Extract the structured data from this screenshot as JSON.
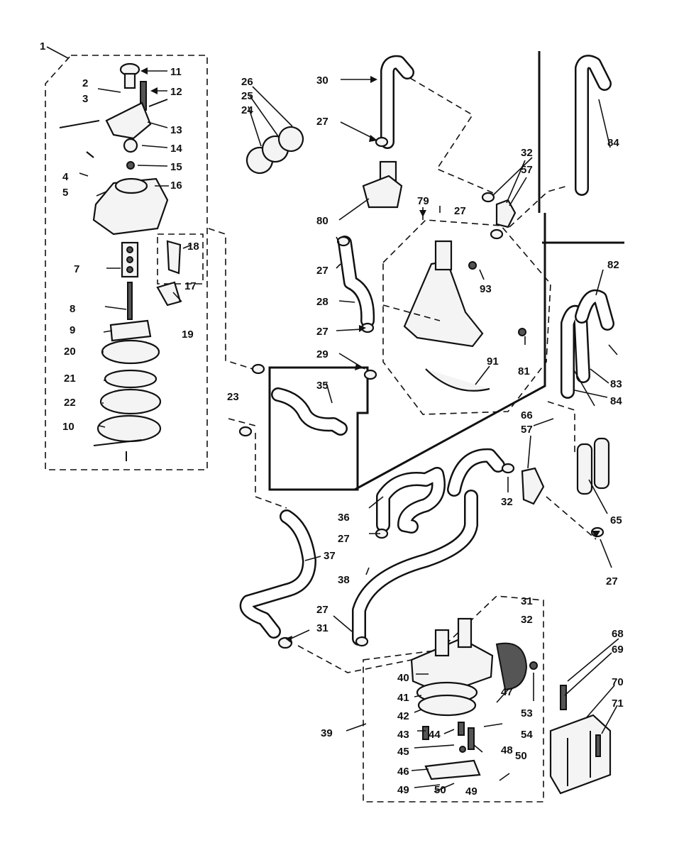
{
  "callouts": [
    {
      "id": "c1",
      "text": "1"
    },
    {
      "id": "c2",
      "text": "2"
    },
    {
      "id": "c3",
      "text": "3"
    },
    {
      "id": "c4",
      "text": "4"
    },
    {
      "id": "c5",
      "text": "5"
    },
    {
      "id": "c7",
      "text": "7"
    },
    {
      "id": "c8",
      "text": "8"
    },
    {
      "id": "c9",
      "text": "9"
    },
    {
      "id": "c10",
      "text": "10"
    },
    {
      "id": "c11",
      "text": "11"
    },
    {
      "id": "c12",
      "text": "12"
    },
    {
      "id": "c13",
      "text": "13"
    },
    {
      "id": "c14",
      "text": "14"
    },
    {
      "id": "c15",
      "text": "15"
    },
    {
      "id": "c16",
      "text": "16"
    },
    {
      "id": "c17",
      "text": "17"
    },
    {
      "id": "c18",
      "text": "18"
    },
    {
      "id": "c19",
      "text": "19"
    },
    {
      "id": "c20",
      "text": "20"
    },
    {
      "id": "c21",
      "text": "21"
    },
    {
      "id": "c22",
      "text": "22"
    },
    {
      "id": "c23",
      "text": "23"
    },
    {
      "id": "c24",
      "text": "24"
    },
    {
      "id": "c25",
      "text": "25"
    },
    {
      "id": "c26",
      "text": "26"
    },
    {
      "id": "c27a",
      "text": "27"
    },
    {
      "id": "c27b",
      "text": "27"
    },
    {
      "id": "c27c",
      "text": "27"
    },
    {
      "id": "c27d",
      "text": "27"
    },
    {
      "id": "c27e",
      "text": "27"
    },
    {
      "id": "c27f",
      "text": "27"
    },
    {
      "id": "c27g",
      "text": "27"
    },
    {
      "id": "c28",
      "text": "28"
    },
    {
      "id": "c29",
      "text": "29"
    },
    {
      "id": "c30",
      "text": "30"
    },
    {
      "id": "c31a",
      "text": "31"
    },
    {
      "id": "c31b",
      "text": "31"
    },
    {
      "id": "c32a",
      "text": "32"
    },
    {
      "id": "c32b",
      "text": "32"
    },
    {
      "id": "c32c",
      "text": "32"
    },
    {
      "id": "c35",
      "text": "35"
    },
    {
      "id": "c36",
      "text": "36"
    },
    {
      "id": "c37",
      "text": "37"
    },
    {
      "id": "c38",
      "text": "38"
    },
    {
      "id": "c39",
      "text": "39"
    },
    {
      "id": "c40",
      "text": "40"
    },
    {
      "id": "c41",
      "text": "41"
    },
    {
      "id": "c42",
      "text": "42"
    },
    {
      "id": "c43",
      "text": "43"
    },
    {
      "id": "c44",
      "text": "44"
    },
    {
      "id": "c45",
      "text": "45"
    },
    {
      "id": "c46",
      "text": "46"
    },
    {
      "id": "c47",
      "text": "47"
    },
    {
      "id": "c48",
      "text": "48"
    },
    {
      "id": "c49a",
      "text": "49"
    },
    {
      "id": "c49b",
      "text": "49"
    },
    {
      "id": "c50a",
      "text": "50"
    },
    {
      "id": "c50b",
      "text": "50"
    },
    {
      "id": "c53",
      "text": "53"
    },
    {
      "id": "c54",
      "text": "54"
    },
    {
      "id": "c57a",
      "text": "57"
    },
    {
      "id": "c57b",
      "text": "57"
    },
    {
      "id": "c65",
      "text": "65"
    },
    {
      "id": "c66",
      "text": "66"
    },
    {
      "id": "c68",
      "text": "68"
    },
    {
      "id": "c69",
      "text": "69"
    },
    {
      "id": "c70",
      "text": "70"
    },
    {
      "id": "c71",
      "text": "71"
    },
    {
      "id": "c79",
      "text": "79"
    },
    {
      "id": "c80",
      "text": "80"
    },
    {
      "id": "c81",
      "text": "81"
    },
    {
      "id": "c82",
      "text": "82"
    },
    {
      "id": "c83",
      "text": "83"
    },
    {
      "id": "c84a",
      "text": "84"
    },
    {
      "id": "c84b",
      "text": "84"
    },
    {
      "id": "c91",
      "text": "91"
    },
    {
      "id": "c93",
      "text": "93"
    }
  ]
}
